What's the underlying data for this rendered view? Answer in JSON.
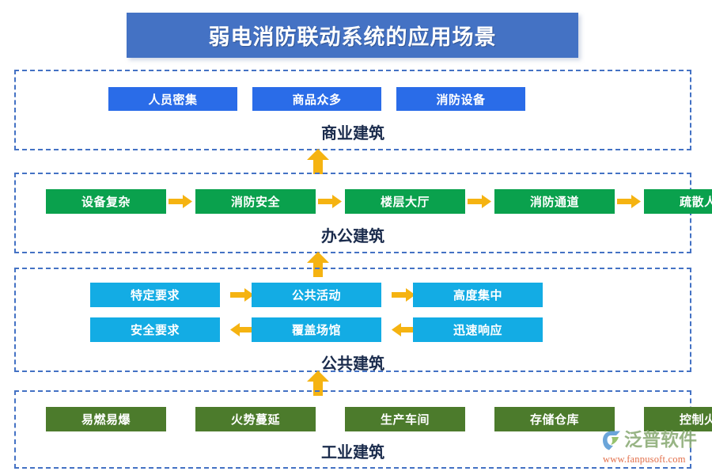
{
  "title": "弱电消防联动系统的应用场景",
  "colors": {
    "title_bar": "#4472c4",
    "section_border": "#4472c4",
    "commercial_box": "#2a6ce8",
    "office_box": "#0aa14d",
    "public_box": "#13ace4",
    "industrial_box": "#4c7b2c",
    "arrow": "#f5b311",
    "section_label": "#1a2b4c"
  },
  "sections": [
    {
      "label": "商业建筑",
      "style": "blue",
      "rows": [
        {
          "direction": "none",
          "items": [
            "人员密集",
            "商品众多",
            "消防设备"
          ]
        }
      ]
    },
    {
      "label": "办公建筑",
      "style": "green",
      "rows": [
        {
          "direction": "right",
          "items": [
            "设备复杂",
            "消防安全",
            "楼层大厅",
            "消防通道",
            "疏散人员"
          ]
        }
      ]
    },
    {
      "label": "公共建筑",
      "style": "cyan",
      "rows": [
        {
          "direction": "right",
          "items": [
            "特定要求",
            "公共活动",
            "高度集中"
          ]
        },
        {
          "direction": "left",
          "items": [
            "安全要求",
            "覆盖场馆",
            "迅速响应"
          ]
        }
      ]
    },
    {
      "label": "工业建筑",
      "style": "olive",
      "rows": [
        {
          "direction": "none",
          "items": [
            "易燃易爆",
            "火势蔓延",
            "生产车间",
            "存储仓库",
            "控制火势"
          ]
        }
      ]
    }
  ],
  "connectors": [
    {
      "name": "connector-industrial-to-public",
      "direction": "up"
    },
    {
      "name": "connector-public-to-office",
      "direction": "up"
    },
    {
      "name": "connector-office-to-commercial",
      "direction": "up"
    }
  ],
  "watermark": {
    "brand": "泛普软件",
    "url": "www.fanpusoft.com"
  }
}
